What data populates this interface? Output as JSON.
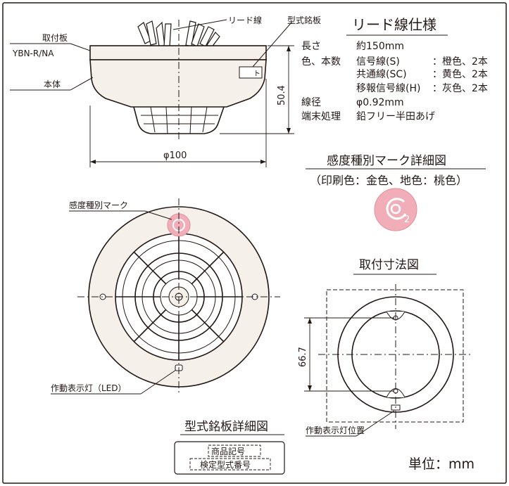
{
  "side_view": {
    "callouts": {
      "lead_wire": "リード線",
      "nameplate": "型式銘板",
      "mounting_plate": "取付板",
      "model": "YBN-R/NA",
      "main_body": "本体"
    },
    "dims": {
      "width": "φ100",
      "height": "50.4"
    }
  },
  "lead_spec": {
    "title": "リード線仕様",
    "rows": [
      {
        "label": "長さ",
        "value": "約150mm",
        "color": ""
      },
      {
        "label": "色、本数",
        "value": "信号線(S)",
        "color": "：橙色、2本"
      },
      {
        "label": "",
        "value": "共通線(SC)",
        "color": "：黄色、2本"
      },
      {
        "label": "",
        "value": "移報信号線(H)",
        "color": "：灰色、2本"
      },
      {
        "label": "線径",
        "value": "φ0.92mm",
        "color": ""
      },
      {
        "label": "端末処理",
        "value": "鉛フリー半田あげ",
        "color": ""
      }
    ]
  },
  "mark_detail": {
    "title": "感度種別マーク詳細図",
    "subtitle": "（印刷色：金色、地色：桃色）",
    "mark_subscript": "2",
    "colors": {
      "mark_fill": "#f1aeb8",
      "mark_ring": "#e38f9c"
    }
  },
  "top_view": {
    "mark_label": "感度種別マーク",
    "led_label": "作動表示灯（LED）"
  },
  "mount_dims": {
    "title": "取付寸法図",
    "dim": "66.7",
    "led_pos_label": "作動表示灯位置"
  },
  "nameplate_detail": {
    "title": "型式銘板詳細図",
    "line1": "商品記号",
    "line2": "検定型式番号"
  },
  "unit": "単位：mm"
}
